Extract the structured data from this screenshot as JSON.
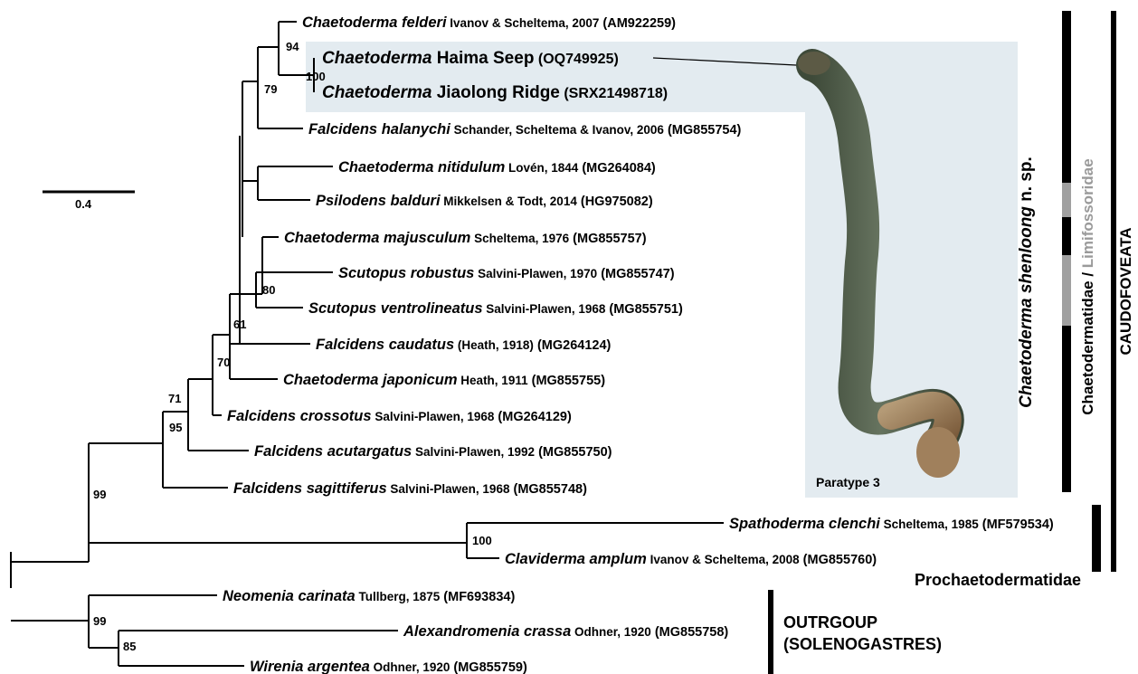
{
  "scale_bar": {
    "label": "0.4"
  },
  "taxa": [
    {
      "id": "felderi",
      "genus_epithet": "Chaetoderma felderi",
      "name_rest": "",
      "authority": "Ivanov & Scheltema, 2007",
      "accession": "(AM922259)"
    },
    {
      "id": "haima",
      "genus_epithet": "Chaetoderma",
      "name_rest": "Haima Seep",
      "authority": "",
      "accession": "(OQ749925)"
    },
    {
      "id": "jiaolong",
      "genus_epithet": "Chaetoderma",
      "name_rest": "Jiaolong Ridge",
      "authority": "",
      "accession": "(SRX21498718)"
    },
    {
      "id": "halanychi",
      "genus_epithet": "Falcidens halanychi",
      "name_rest": "",
      "authority": "Schander, Scheltema & Ivanov, 2006",
      "accession": "(MG855754)"
    },
    {
      "id": "nitidulum",
      "genus_epithet": "Chaetoderma nitidulum",
      "name_rest": "",
      "authority": "Lovén, 1844",
      "accession": "(MG264084)"
    },
    {
      "id": "balduri",
      "genus_epithet": "Psilodens balduri",
      "name_rest": "",
      "authority": "Mikkelsen & Todt, 2014",
      "accession": "(HG975082)"
    },
    {
      "id": "majusculum",
      "genus_epithet": "Chaetoderma majusculum",
      "name_rest": "",
      "authority": "Scheltema, 1976",
      "accession": "(MG855757)"
    },
    {
      "id": "robustus",
      "genus_epithet": "Scutopus robustus",
      "name_rest": "",
      "authority": "Salvini-Plawen, 1970",
      "accession": "(MG855747)"
    },
    {
      "id": "ventrolineatus",
      "genus_epithet": "Scutopus ventrolineatus",
      "name_rest": "",
      "authority": "Salvini-Plawen, 1968",
      "accession": "(MG855751)"
    },
    {
      "id": "caudatus",
      "genus_epithet": "Falcidens caudatus",
      "name_rest": "",
      "authority": "(Heath, 1918)",
      "accession": "(MG264124)"
    },
    {
      "id": "japonicum",
      "genus_epithet": "Chaetoderma japonicum",
      "name_rest": "",
      "authority": "Heath, 1911",
      "accession": "(MG855755)"
    },
    {
      "id": "crossotus",
      "genus_epithet": "Falcidens crossotus",
      "name_rest": "",
      "authority": "Salvini-Plawen, 1968",
      "accession": "(MG264129)"
    },
    {
      "id": "acutargatus",
      "genus_epithet": "Falcidens acutargatus",
      "name_rest": "",
      "authority": "Salvini-Plawen, 1992",
      "accession": "(MG855750)"
    },
    {
      "id": "sagittiferus",
      "genus_epithet": "Falcidens sagittiferus",
      "name_rest": "",
      "authority": "Salvini-Plawen, 1968",
      "accession": "(MG855748)"
    },
    {
      "id": "clenchi",
      "genus_epithet": "Spathoderma clenchi",
      "name_rest": "",
      "authority": "Scheltema, 1985",
      "accession": "(MF579534)"
    },
    {
      "id": "amplum",
      "genus_epithet": "Claviderma amplum",
      "name_rest": "",
      "authority": "Ivanov & Scheltema, 2008",
      "accession": "(MG855760)"
    },
    {
      "id": "carinata",
      "genus_epithet": "Neomenia carinata",
      "name_rest": "",
      "authority": "Tullberg, 1875",
      "accession": "(MF693834)"
    },
    {
      "id": "crassa",
      "genus_epithet": "Alexandromenia crassa",
      "name_rest": "",
      "authority": "Odhner, 1920",
      "accession": "(MG855758)"
    },
    {
      "id": "argentea",
      "genus_epithet": "Wirenia argentea",
      "name_rest": "",
      "authority": "Odhner, 1920",
      "accession": "(MG855759)"
    }
  ],
  "support_values": {
    "felderi_node": "94",
    "haima_node": "100",
    "halanychi_node": "79",
    "scutopus_node": "80",
    "caudatus_node": "61",
    "crossotus_node": "70",
    "acutargatus_node": "71",
    "sagittiferus_node": "95",
    "chaetoderm_root": "99",
    "prochaeto_node": "100",
    "outgroup_node": "99",
    "solenogastres_node": "85"
  },
  "new_species": {
    "genus": "Chaetoderma",
    "epithet": "shenloong",
    "suffix": "n. sp.",
    "photo_caption": "Paratype 3"
  },
  "clade_labels": {
    "family_black": "Chaetodermatidae",
    "family_sep": " / ",
    "family_grey": "Limifossoridae",
    "prochaetodermatidae": "Prochaetodermatidae",
    "caudofoveata": "CAUDOFOVEATA",
    "outgroup_line1": "OUTRGOUP",
    "outgroup_line2": "(SOLENOGASTRES)"
  },
  "colors": {
    "highlight_bg": "#e3ebf0",
    "grey_bar": "#a0a0a0",
    "grey_text": "#9a9a9a",
    "worm_dark": "#55624f",
    "worm_light": "#9c8463"
  }
}
